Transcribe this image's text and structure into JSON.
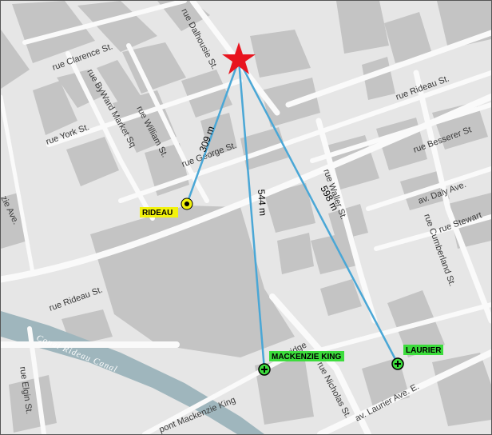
{
  "map": {
    "colors": {
      "background": "#e6e6e6",
      "road": "#fafafa",
      "building": "#c4c4c4",
      "canal": "#9fb6bd",
      "route_line": "#4aa7d6",
      "origin_star": "#e8141e",
      "rideau_highlight": "#f2f20c",
      "o_train_highlight": "#3cdc3c"
    },
    "origin": {
      "icon": "star-icon"
    },
    "streets": [
      {
        "id": "clarence",
        "label": "rue Clarence St."
      },
      {
        "id": "dalhousie",
        "label": "rue Dalhousie St."
      },
      {
        "id": "byward",
        "label": "rue ByWard Market Sq"
      },
      {
        "id": "york",
        "label": "rue York St."
      },
      {
        "id": "william",
        "label": "rue William St."
      },
      {
        "id": "george",
        "label": "rue George St."
      },
      {
        "id": "rideau_ne",
        "label": "rue Rideau St."
      },
      {
        "id": "besserer",
        "label": "rue Besserer St"
      },
      {
        "id": "daly",
        "label": "av. Daly Ave."
      },
      {
        "id": "stewart",
        "label": "rue Stewart"
      },
      {
        "id": "waller",
        "label": "rue Waller St."
      },
      {
        "id": "cumberland",
        "label": "rue Cumberland St."
      },
      {
        "id": "rideau_sw",
        "label": "rue Rideau St."
      },
      {
        "id": "nicholas",
        "label": "rue Nicholas St."
      },
      {
        "id": "laurier",
        "label": "av. Laurier Ave. E."
      },
      {
        "id": "elgin",
        "label": "rue Elgin St."
      },
      {
        "id": "mackenzie",
        "label": "pont Mackenzie King"
      },
      {
        "id": "ave_w",
        "label": "zie Ave."
      },
      {
        "id": "bridge",
        "label": "ridge"
      }
    ],
    "canal_label": "Canal Rideau Canal",
    "routes": [
      {
        "to": "RIDEAU",
        "distance": "309 m"
      },
      {
        "to": "MACKENZIE KING",
        "distance": "544 m"
      },
      {
        "to": "LAURIER",
        "distance": "598 m"
      }
    ],
    "stations": [
      {
        "id": "rideau",
        "label": "RIDEAU",
        "icon": "o-train-station-icon"
      },
      {
        "id": "mackenzie",
        "label": "MACKENZIE KING",
        "icon": "transitway-station-icon"
      },
      {
        "id": "laurier",
        "label": "LAURIER",
        "icon": "transitway-station-icon"
      }
    ]
  }
}
